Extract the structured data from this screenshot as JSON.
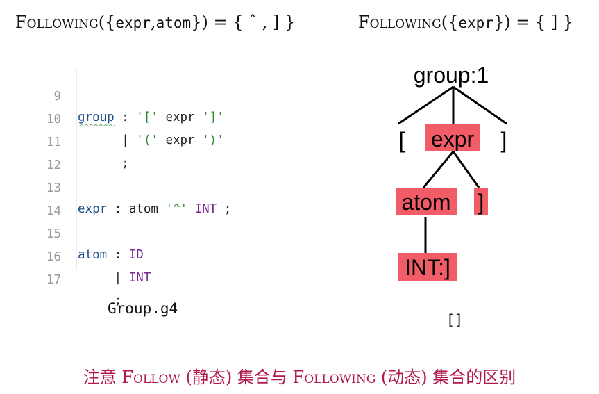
{
  "formula_left": {
    "func": "Following",
    "open": "({",
    "arg1": "expr",
    "comma": ",",
    "arg2": "atom",
    "close": "})",
    "eq": " = ",
    "result": "{ ˆ , ] }"
  },
  "formula_right": {
    "func": "Following",
    "open": "({",
    "arg1": "expr",
    "close": "})",
    "eq": " = ",
    "result": "{ ] }"
  },
  "code": {
    "lines": [
      {
        "num": "9",
        "rule": "group",
        "rest1": " : ",
        "s1": "'['",
        "sp": " expr ",
        "s2": "']'"
      },
      {
        "num": "10",
        "pre": "      | ",
        "s1": "'('",
        "sp": " expr ",
        "s2": "')'"
      },
      {
        "num": "11",
        "pre": "      ;"
      },
      {
        "num": "12"
      },
      {
        "num": "13",
        "rule": "expr",
        "rest1": " : atom ",
        "s1": "'^'",
        "tok": " INT",
        "post": " ;"
      },
      {
        "num": "14"
      },
      {
        "num": "15",
        "rule": "atom",
        "rest1": " : ",
        "tok": "ID"
      },
      {
        "num": "16",
        "pre": "     | ",
        "tok": "INT"
      },
      {
        "num": "17",
        "pre": "     ;"
      }
    ]
  },
  "caption_code": "Group.g4",
  "caption_tree": "[]",
  "tree": {
    "root": "group:1",
    "left": "[",
    "expr": "expr",
    "right": "]",
    "atom": "atom",
    "expr_right": "]",
    "int": "INT:]"
  },
  "note": {
    "p1": "注意 ",
    "follow": "Follow",
    "p2": " (静态) 集合与 ",
    "following": "Following",
    "p3": " (动态) 集合的区别"
  },
  "colors": {
    "highlight": "#f25c66",
    "note": "#b0184f"
  }
}
